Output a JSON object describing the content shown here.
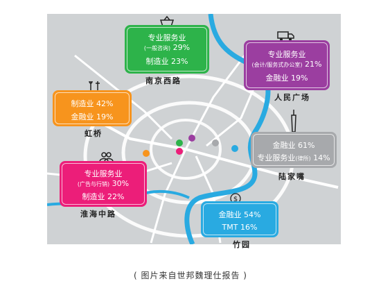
{
  "districts": {
    "nanjing": {
      "name": "南京西路",
      "lines": [
        {
          "label": "专业服务业",
          "sub": "",
          "pct": ""
        },
        {
          "label": "(一般咨询)",
          "sub": "",
          "pct": "29%"
        },
        {
          "label": "制造业",
          "sub": "",
          "pct": "23%"
        }
      ],
      "color": "#2db34a",
      "icon": "shopping-basket-icon"
    },
    "renmin": {
      "name": "人民广场",
      "lines": [
        {
          "label": "专业服务业",
          "sub": "",
          "pct": ""
        },
        {
          "label": "(会计/服务式办公室)",
          "sub": "",
          "pct": "21%"
        },
        {
          "label": "金融业",
          "sub": "",
          "pct": "19%"
        }
      ],
      "color": "#9b3ea0",
      "icon": "delivery-truck-icon"
    },
    "hongqiao": {
      "name": "虹桥",
      "lines": [
        {
          "label": "制造业",
          "pct": "42%"
        },
        {
          "label": "金融业",
          "pct": "19%"
        }
      ],
      "color": "#f7941d",
      "icon": "tools-icon"
    },
    "lujiazui": {
      "name": "陆家嘴",
      "lines": [
        {
          "label": "金融业",
          "pct": "61%"
        },
        {
          "label": "专业服务业",
          "sub": "(律所)",
          "pct": "14%"
        }
      ],
      "color": "#a7a9ac",
      "icon": "tower-icon"
    },
    "huaihai": {
      "name": "淮海中路",
      "lines": [
        {
          "label": "专业服务业",
          "pct": ""
        },
        {
          "label": "(广告与行销)",
          "pct": "30%"
        },
        {
          "label": "制造业",
          "pct": "22%"
        }
      ],
      "color": "#ec1e79",
      "icon": "people-icon"
    },
    "zhuyuan": {
      "name": "竹园",
      "lines": [
        {
          "label": "金融业",
          "pct": "54%"
        },
        {
          "label": "TMT",
          "pct": "16%"
        }
      ],
      "color": "#29aae1",
      "icon": "dollar-icon"
    }
  },
  "caption": "( 图片来自世邦魏理仕报告 )",
  "colors": {
    "map_bg": "#cfd2d4",
    "river": "#29aae1",
    "roads": "#ffffff"
  }
}
